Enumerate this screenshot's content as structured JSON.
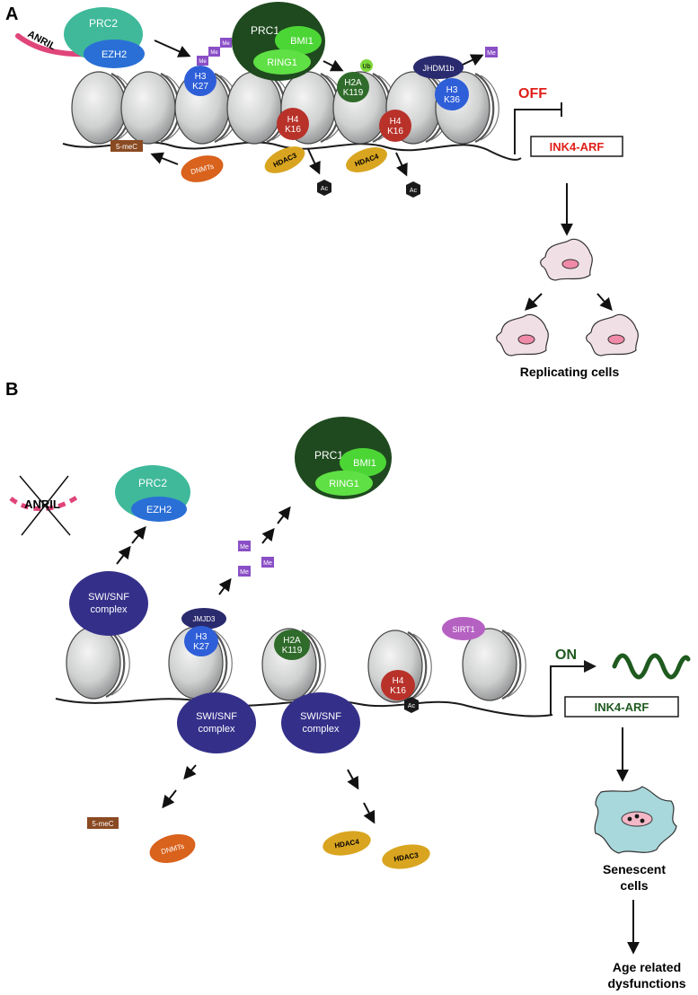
{
  "panels": [
    {
      "letter": "A"
    },
    {
      "letter": "B"
    }
  ],
  "panel_a": {
    "anril": "ANRIL",
    "prc2": "PRC2",
    "ezh2": "EZH2",
    "prc1": "PRC1",
    "bmi1": "BMI1",
    "ring1": "RING1",
    "me": "Me",
    "h3k27": [
      "H3",
      "K27"
    ],
    "ub": "Ub",
    "h2ak119": [
      "H2A",
      "K119"
    ],
    "jhdm1b": "JHDM1b",
    "h3k36": [
      "H3",
      "K36"
    ],
    "h4k16": [
      "H4",
      "K16"
    ],
    "five_mec": "5-meC",
    "dnmts": "DNMTs",
    "hdac3": "HDAC3",
    "hdac4": "HDAC4",
    "ac": "Ac",
    "off": "OFF",
    "gene": "INK4-ARF",
    "cells_caption": "Replicating cells"
  },
  "panel_b": {
    "anril": "ANRIL",
    "prc2": "PRC2",
    "ezh2": "EZH2",
    "prc1": "PRC1",
    "bmi1": "BMI1",
    "ring1": "RING1",
    "me": "Me",
    "swi_snf": [
      "SWI/SNF",
      "complex"
    ],
    "jmjd3": "JMJD3",
    "h3k27": [
      "H3",
      "K27"
    ],
    "h2ak119": [
      "H2A",
      "K119"
    ],
    "sirt1": "SIRT1",
    "h4k16": [
      "H4",
      "K16"
    ],
    "ac": "Ac",
    "on": "ON",
    "gene": "INK4-ARF",
    "five_mec": "5-meC",
    "dnmts": "DNMTs",
    "hdac4": "HDAC4",
    "hdac3": "HDAC3",
    "senescent": [
      "Senescent",
      "cells"
    ],
    "age": [
      "Age related",
      "dysfunctions"
    ]
  },
  "colors": {
    "prc2": "#3fb99a",
    "ezh2": "#2a6fd6",
    "prc1": "#1f4a1f",
    "bmi1": "#4cd636",
    "h3": "#2f5fd8",
    "h2a": "#2f6b2a",
    "h4": "#b8322a",
    "jhdm": "#2a2a6e",
    "hdac": "#d9a520",
    "dnmt": "#d9621c",
    "meC": "#8a4a22",
    "me": "#8a4fc6",
    "swi": "#34308a",
    "sirt1": "#b561c2",
    "anril": "#e0457a",
    "off": "#e0201a",
    "on": "#1f5a1f",
    "cell_rep": "#f1dfe6",
    "cell_sen": "#a8d8dc"
  }
}
